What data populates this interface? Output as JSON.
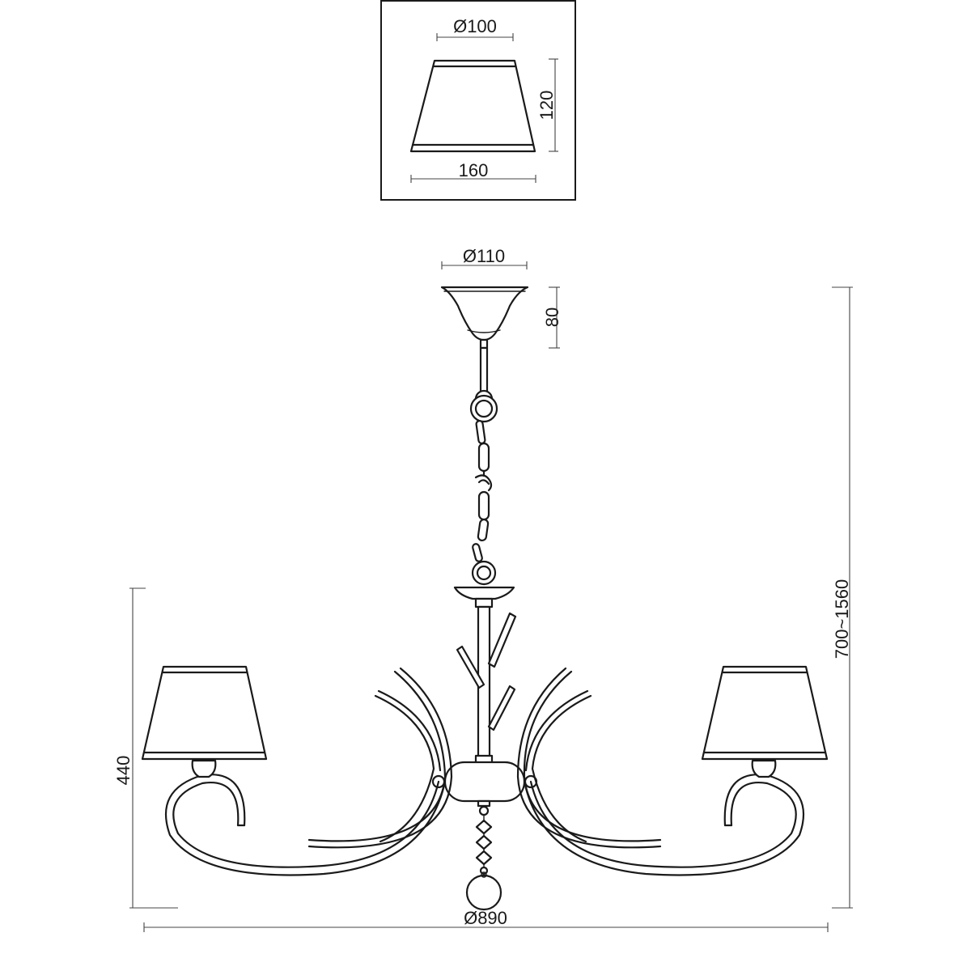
{
  "shade_detail": {
    "top_diameter": "Ø100",
    "height": "120",
    "bottom_width": "160"
  },
  "fixture": {
    "canopy_diameter": "Ø110",
    "canopy_height": "80",
    "total_height": "700~1560",
    "body_height": "440",
    "overall_diameter": "Ø890"
  }
}
